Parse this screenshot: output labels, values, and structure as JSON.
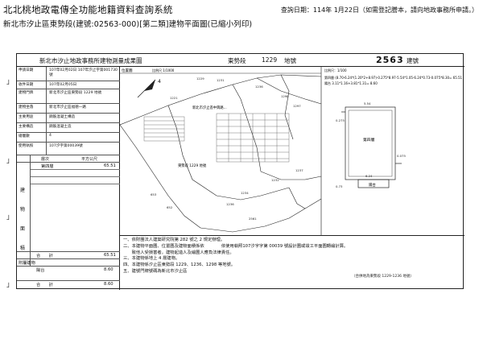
{
  "header": {
    "title": "北北桃地政電傳全功能地籍資料查詢系統",
    "subtitle": "新北市汐止區東勢段(建號:02563-000)[第二類]建物平面圖(已縮小列印)",
    "query_date": "查詢日期：114年 1月22日（如需登記謄本，請向地政事務所申請。）"
  },
  "doc": {
    "heading": "新北市汐止地政事務所建物測量成果圖",
    "section_label": "東勢段",
    "lot_no": "1229",
    "lot_suffix": "地號",
    "building_no": "2563",
    "building_suffix": "建號"
  },
  "left_info": {
    "rows": [
      {
        "label": "申請日期",
        "value": "107年02月02日 107年汐止字第001730號"
      },
      {
        "label": "收件日期",
        "value": "107年02月05日"
      },
      {
        "label": "建物門牌",
        "value": "新北市汐止區東勢段 1229 地號"
      },
      {
        "label": "建物坐落",
        "value": "新北市汐止區福德一路"
      },
      {
        "label": "主要用途",
        "value": "鋼筋混凝土構造"
      },
      {
        "label": "主要構造",
        "value": "鋼筋混凝土造"
      },
      {
        "label": "總層數",
        "value": "4"
      },
      {
        "label": "使用執照",
        "value": "107汐字第00039號"
      }
    ]
  },
  "area_table": {
    "header_layer": "層次",
    "header_area": "平方公尺",
    "rows": [
      {
        "name": "第四層",
        "area": "65.51"
      }
    ],
    "side_chars": [
      "建",
      "物",
      "面",
      "積"
    ],
    "total_label": "合　　計",
    "total_value": "65.51",
    "annex_label": "附屬建物",
    "annex_rows": [
      {
        "name": "陽台",
        "area": "8.60"
      }
    ],
    "annex_total_label": "合　　計",
    "annex_total_value": "8.60"
  },
  "plan": {
    "location_label": "位置圖",
    "scale_label": "比例尺 1/1000",
    "floor_label": "第四層",
    "balcony_label": "陽台",
    "plan_scale": "比例尺：1/100",
    "building_label_1": "新北市汐止區中興路...",
    "building_label_2": "東勢段 1229 地號",
    "formula_1": "第四層 (8.70-6.24*(1.20*2+8.97)-0.275*8.97-5.54*1.05-6.24*0.73-0.075*8.30= 65.51",
    "formula_2": "陽台 3.11*1.16+3.81*1.31= 8.60",
    "dims": [
      "5.54",
      "0.275",
      "0.075",
      "6.24",
      "0.73"
    ],
    "lot_numbers": [
      "1229",
      "1231",
      "1236",
      "1298",
      "1297",
      "1221",
      "1232",
      "1234",
      "1236",
      "1237",
      "653",
      "652",
      "2561"
    ]
  },
  "notes": [
    "一、依財團法人建築研究院第 282 號之 2 規定辦理。",
    "二、本建物平面圖、位置圖及建物面積係依　　　　依使用執照107汐字字第 00039 號設計圖或竣工平面圖轉繪計算。",
    "　　致他人受損害者，建物起造人及繪圖人應負法律責任。",
    "三、本建物係地上 4 層建物。",
    "四、本建物係汐止區東勢段 1229、1236、1298 等地號。",
    "五、建號門牌號碼為新北市汐止區"
  ],
  "notes_stamp": "（合併地為東勢段 1229-1236 地號）",
  "page_marks": [
    "」",
    "」",
    "」",
    "」"
  ]
}
